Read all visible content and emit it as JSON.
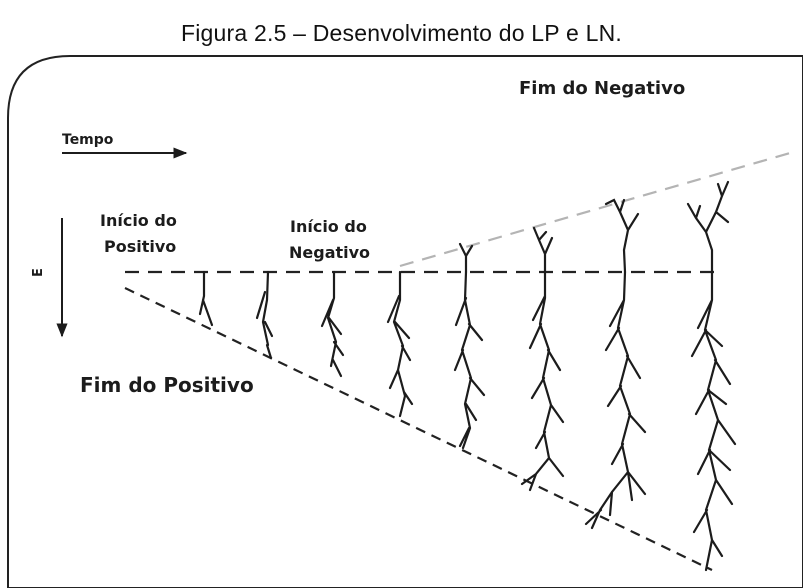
{
  "caption": "Figura 2.5 – Desenvolvimento do LP e LN.",
  "labels": {
    "fim_negativo": "Fim do Negativo",
    "tempo": "Tempo",
    "inicio_positivo_l1": "Início do",
    "inicio_positivo_l2": "Positivo",
    "inicio_negativo_l1": "Início do",
    "inicio_negativo_l2": "Negativo",
    "e_axis": "E",
    "fim_positivo": "Fim do Positivo"
  },
  "colors": {
    "ink": "#1c1c1c",
    "light_dash": "#b4b4b4",
    "frame": "#222222"
  }
}
